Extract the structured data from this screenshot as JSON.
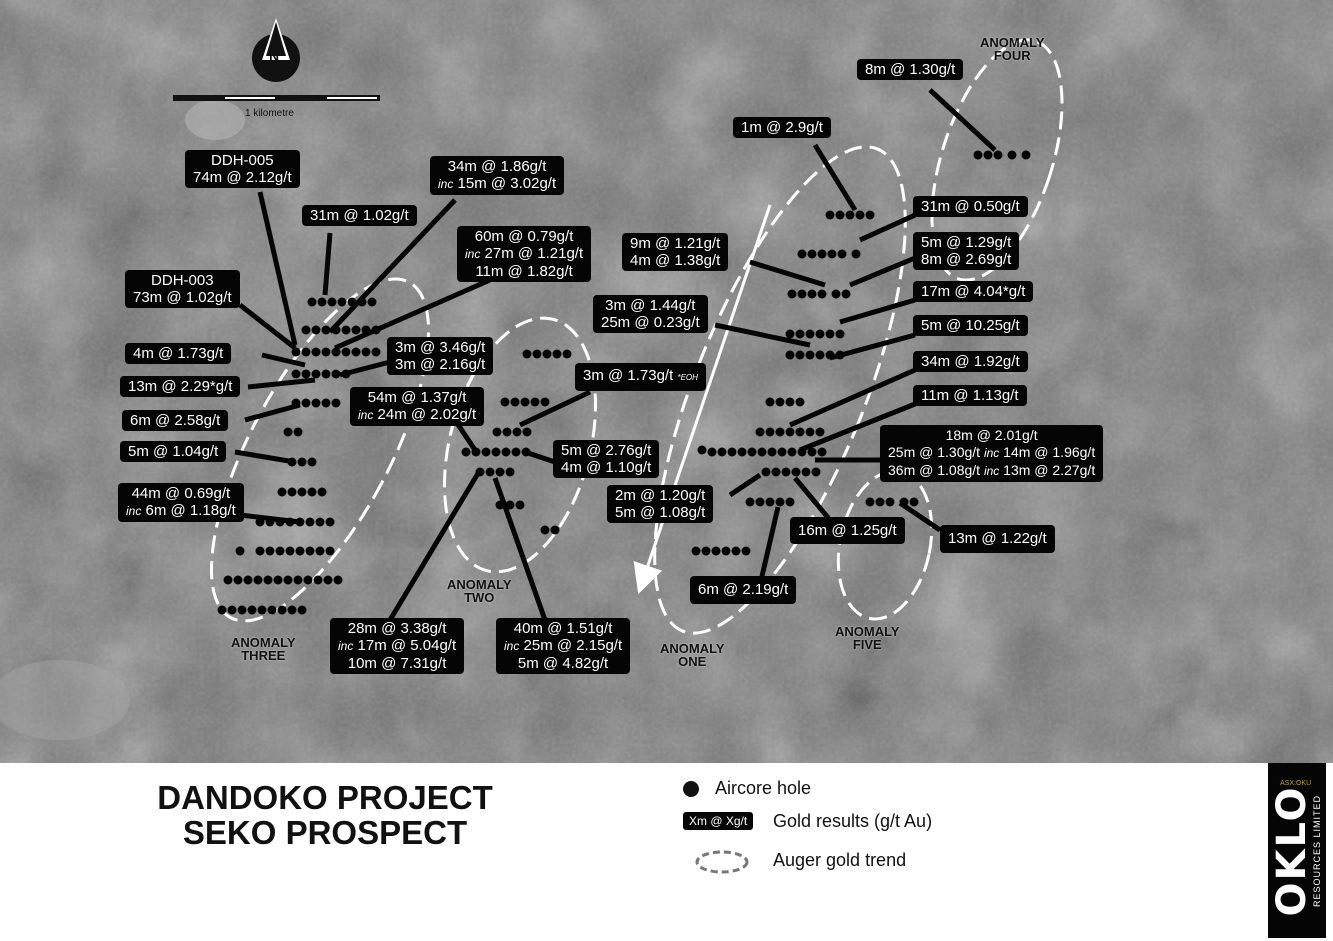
{
  "map": {
    "north_label": "N",
    "scale_label": "1 kilometre",
    "callouts": [
      {
        "id": "ddh005",
        "lines": [
          "DDH-005",
          "74m @ 2.12g/t"
        ]
      },
      {
        "id": "c31a",
        "lines": [
          "31m @ 1.02g/t"
        ]
      },
      {
        "id": "c34",
        "lines": [
          "34m @ 1.86g/t",
          "inc 15m @ 3.02g/t"
        ]
      },
      {
        "id": "c60",
        "lines": [
          "60m @ 0.79g/t",
          "inc 27m @ 1.21g/t",
          "11m @ 1.82g/t"
        ]
      },
      {
        "id": "ddh003",
        "lines": [
          "DDH-003",
          "73m @ 1.02g/t"
        ]
      },
      {
        "id": "c4a",
        "lines": [
          "4m @ 1.73g/t"
        ]
      },
      {
        "id": "c3a",
        "lines": [
          "3m @ 3.46g/t",
          "3m @ 2.16g/t"
        ]
      },
      {
        "id": "c13a",
        "lines": [
          "13m @ 2.29*g/t"
        ]
      },
      {
        "id": "c54",
        "lines": [
          "54m @ 1.37g/t",
          "inc 24m @ 2.02g/t"
        ]
      },
      {
        "id": "c6a",
        "lines": [
          "6m @ 2.58g/t"
        ]
      },
      {
        "id": "c5a",
        "lines": [
          "5m @ 1.04g/t"
        ]
      },
      {
        "id": "c44",
        "lines": [
          "44m @ 0.69g/t",
          "inc 6m @ 1.18g/t"
        ]
      },
      {
        "id": "c28",
        "lines": [
          "28m @ 3.38g/t",
          "inc 17m @ 5.04g/t",
          "10m @ 7.31g/t"
        ]
      },
      {
        "id": "c40",
        "lines": [
          "40m @ 1.51g/t",
          "inc 25m @ 2.15g/t",
          "5m @ 4.82g/t"
        ]
      },
      {
        "id": "c3eoh",
        "lines": [
          "3m @ 1.73g/t *EOH"
        ]
      },
      {
        "id": "c5b",
        "lines": [
          "5m @ 2.76g/t",
          "4m @ 1.10g/t"
        ]
      },
      {
        "id": "c8",
        "lines": [
          "8m @ 1.30g/t"
        ]
      },
      {
        "id": "c1",
        "lines": [
          "1m @ 2.9g/t"
        ]
      },
      {
        "id": "c31b",
        "lines": [
          "31m @ 0.50g/t"
        ]
      },
      {
        "id": "c9",
        "lines": [
          "9m @ 1.21g/t",
          "4m @ 1.38g/t"
        ]
      },
      {
        "id": "c5c",
        "lines": [
          "5m @ 1.29g/t",
          "8m @ 2.69g/t"
        ]
      },
      {
        "id": "c17",
        "lines": [
          "17m @ 4.04*g/t"
        ]
      },
      {
        "id": "c3b",
        "lines": [
          "3m @ 1.44g/t",
          "25m @ 0.23g/t"
        ]
      },
      {
        "id": "c5d",
        "lines": [
          "5m @ 10.25g/t"
        ]
      },
      {
        "id": "c34b",
        "lines": [
          "34m @ 1.92g/t"
        ]
      },
      {
        "id": "c11",
        "lines": [
          "11m @ 1.13g/t"
        ]
      },
      {
        "id": "c18",
        "lines": [
          "18m @ 2.01g/t",
          "25m @ 1.30g/t inc 14m @ 1.96g/t",
          "36m @ 1.08g/t inc 13m @ 2.27g/t"
        ]
      },
      {
        "id": "c2",
        "lines": [
          "2m @ 1.20g/t",
          "5m @ 1.08g/t"
        ]
      },
      {
        "id": "c16",
        "lines": [
          "16m @ 1.25g/t"
        ]
      },
      {
        "id": "c13b",
        "lines": [
          "13m @ 1.22g/t"
        ]
      },
      {
        "id": "c6b",
        "lines": [
          "6m @ 2.19g/t"
        ]
      }
    ],
    "anomalies": [
      {
        "id": "four",
        "lines": [
          "ANOMALY",
          "FOUR"
        ]
      },
      {
        "id": "two",
        "lines": [
          "ANOMALY",
          "TWO"
        ]
      },
      {
        "id": "three",
        "lines": [
          "ANOMALY",
          "THREE"
        ]
      },
      {
        "id": "one",
        "lines": [
          "ANOMALY",
          "ONE"
        ]
      },
      {
        "id": "five",
        "lines": [
          "ANOMALY",
          "FIVE"
        ]
      }
    ]
  },
  "title": {
    "line1": "DANDOKO PROJECT",
    "line2": "SEKO PROSPECT"
  },
  "legend": {
    "aircore": "Aircore hole",
    "gold_box": "Xm @ Xg/t",
    "gold": "Gold results (g/t Au)",
    "auger": "Auger gold trend"
  },
  "logo": {
    "asx": "ASX:OKU",
    "word": "OKLO",
    "sub": "RESOURCES LIMITED"
  },
  "colors": {
    "callout_bg": "#050505",
    "map_gray": "#7b7b7b",
    "trend": "#ffffff"
  }
}
